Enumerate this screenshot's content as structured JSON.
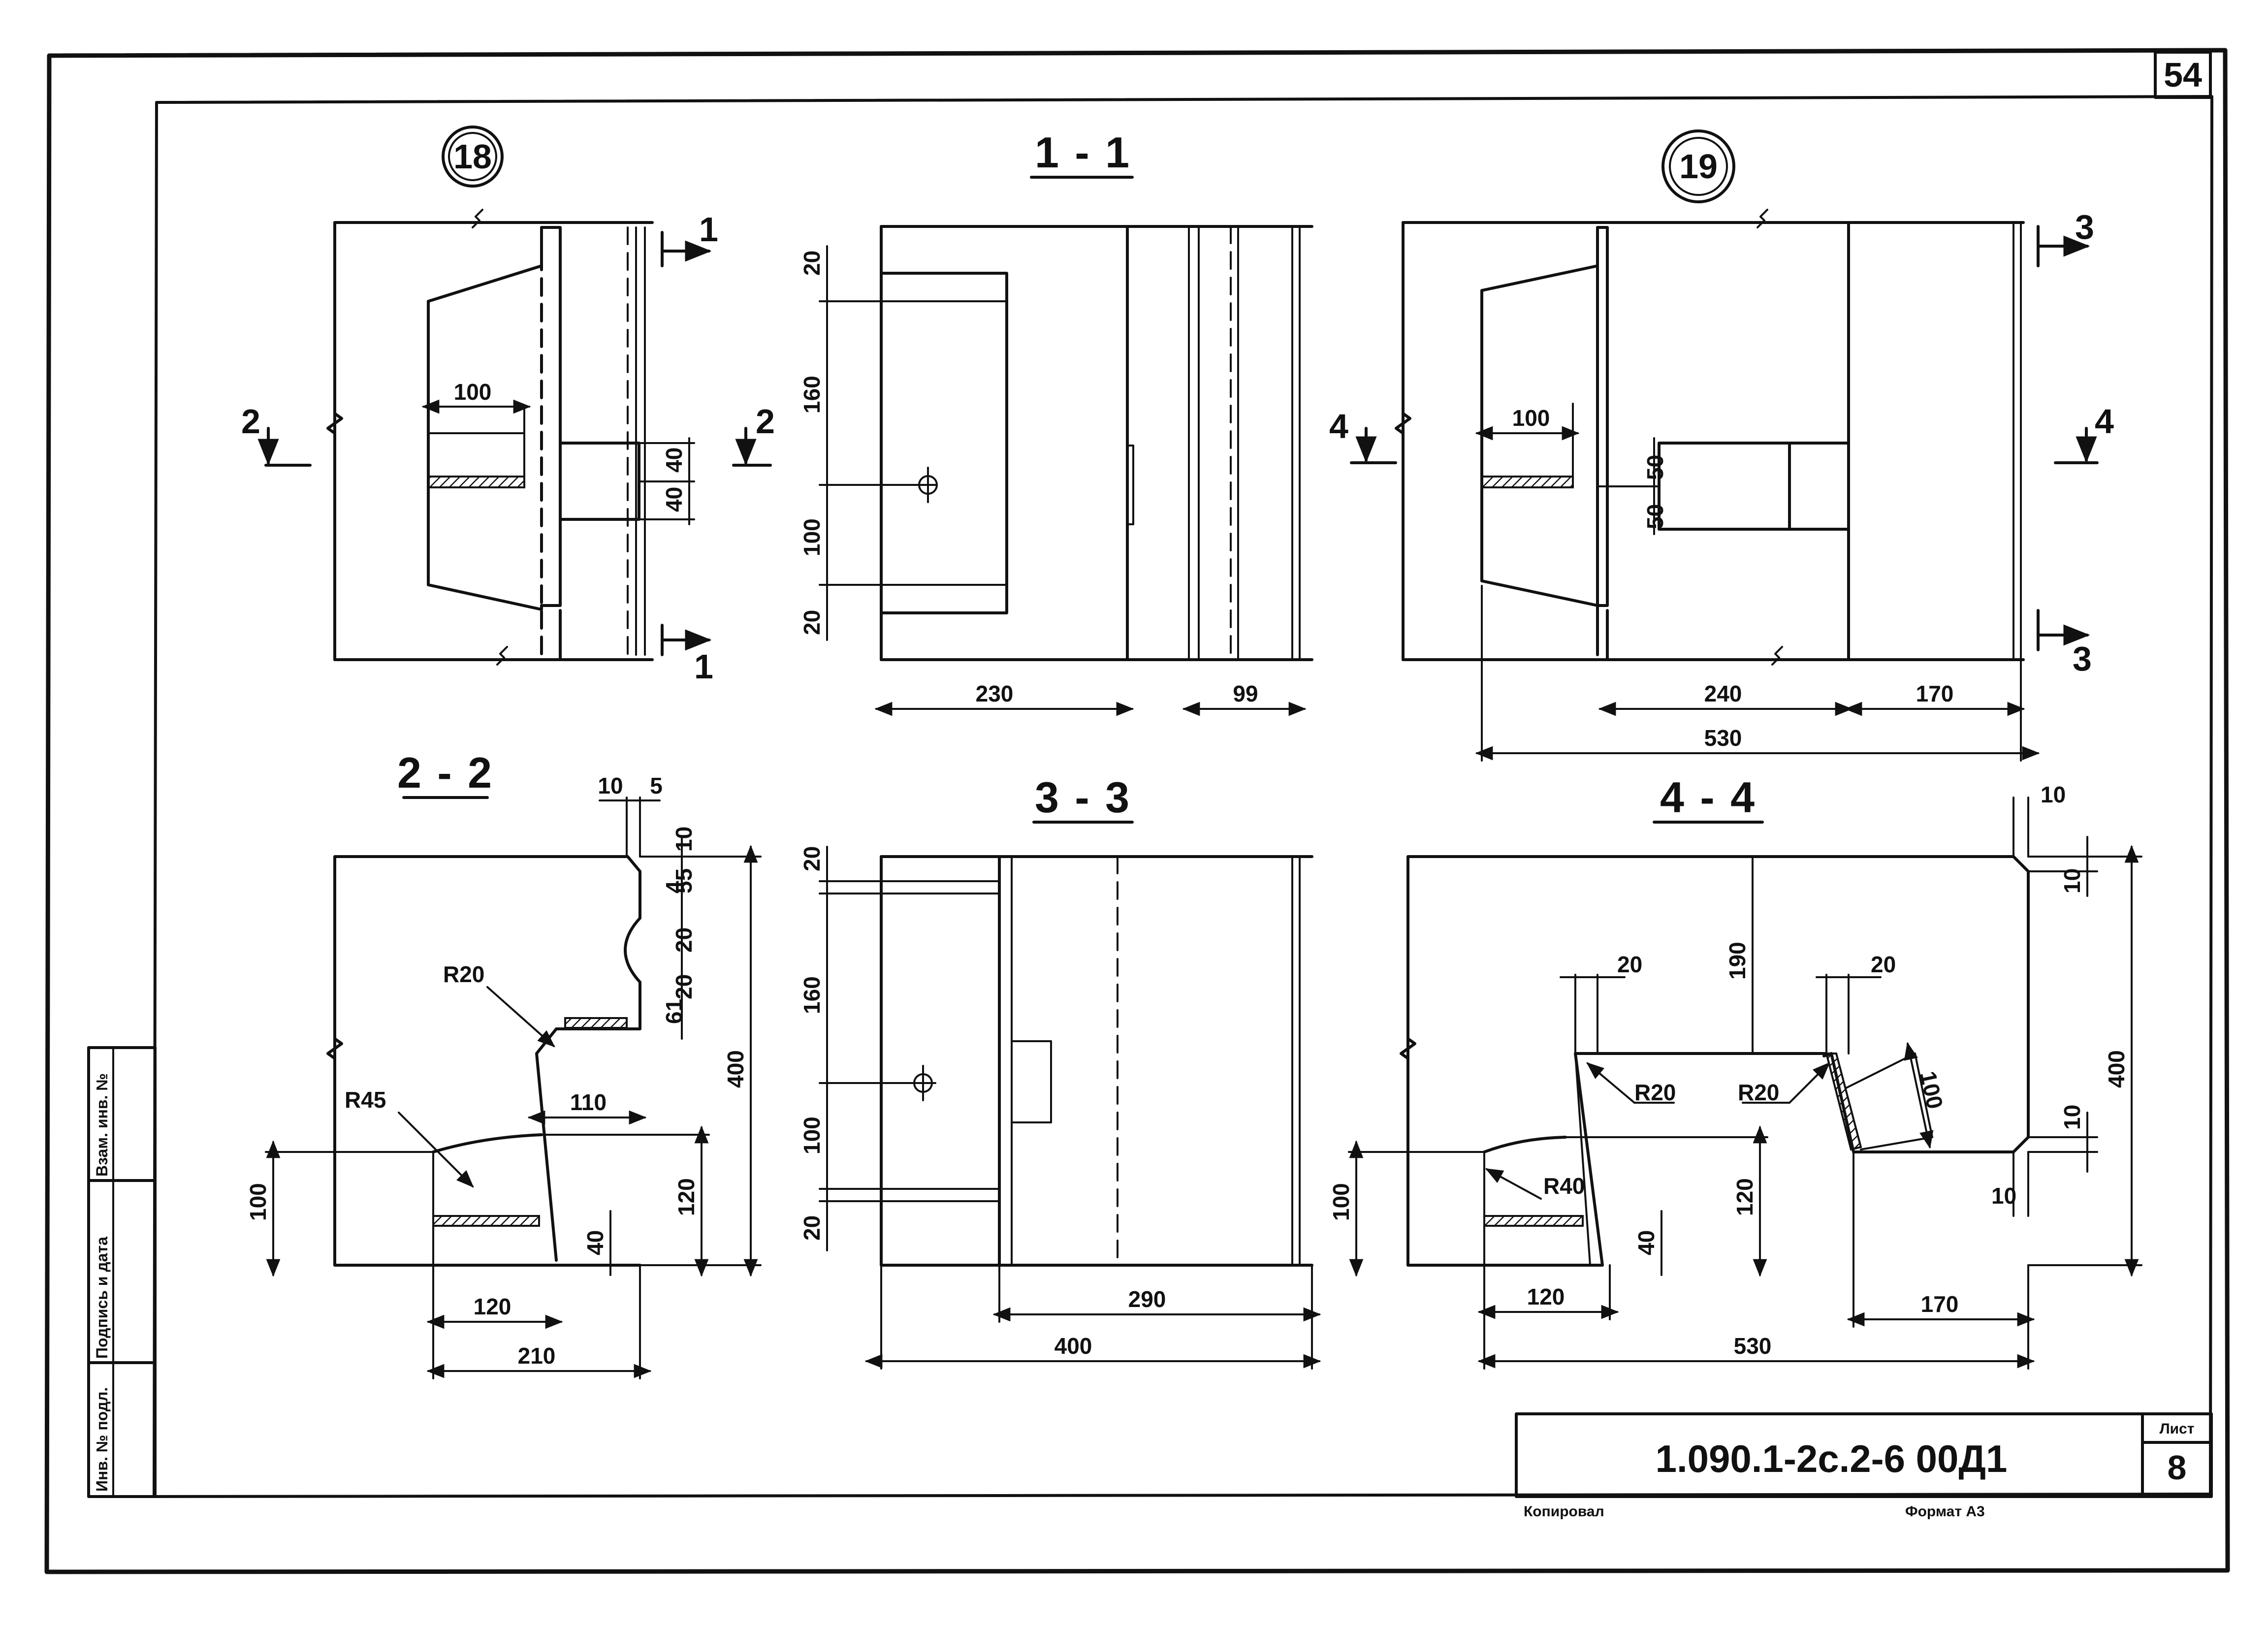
{
  "sheet": {
    "page_number": "54",
    "sheet_label": "Лист",
    "sheet_number": "8",
    "document_code": "1.090.1-2с.2-6 00Д1",
    "copied_label": "Копировал",
    "format_label": "Формат А3"
  },
  "side_stamp": {
    "inv_no_orig": "Инв. № подл.",
    "signature_date": "Подпись и дата",
    "replace_inv_no": "Взам. инв. №"
  },
  "views": {
    "node18": {
      "label": "18"
    },
    "node19": {
      "label": "19"
    },
    "sec11": {
      "label": "1 - 1"
    },
    "sec22": {
      "label": "2 - 2"
    },
    "sec33": {
      "label": "3 - 3"
    },
    "sec44": {
      "label": "4 - 4"
    }
  },
  "cut_marks": {
    "c1": "1",
    "c2": "2",
    "c3": "3",
    "c4": "4"
  },
  "dims": {
    "n18_100": "100",
    "n18_40a": "40",
    "n18_40b": "40",
    "s11_20a": "20",
    "s11_160": "160",
    "s11_100": "100",
    "s11_20b": "20",
    "s11_230": "230",
    "s11_99": "99",
    "n19_100": "100",
    "n19_50a": "50",
    "n19_50b": "50",
    "n19_240": "240",
    "n19_170": "170",
    "n19_530": "530",
    "s22_10": "10",
    "s22_5": "5",
    "s22_10v": "10",
    "s22_4": "4",
    "s22_55": "55",
    "s22_20": "20",
    "s22_61": "61",
    "s22_20b": "20",
    "s22_r20": "R20",
    "s22_r45": "R45",
    "s22_110": "110",
    "s22_400": "400",
    "s22_100": "100",
    "s22_120v": "120",
    "s22_40": "40",
    "s22_120": "120",
    "s22_210": "210",
    "s33_20a": "20",
    "s33_160": "160",
    "s33_100": "100",
    "s33_20b": "20",
    "s33_290": "290",
    "s33_400": "400",
    "s44_10a": "10",
    "s44_10b": "10",
    "s44_190": "190",
    "s44_20a": "20",
    "s44_20b": "20",
    "s44_r20a": "R20",
    "s44_r20b": "R20",
    "s44_100d": "100",
    "s44_400": "400",
    "s44_10c": "10",
    "s44_10d": "10",
    "s44_100": "100",
    "s44_r40": "R40",
    "s44_120v": "120",
    "s44_40": "40",
    "s44_120": "120",
    "s44_170": "170",
    "s44_530": "530"
  }
}
